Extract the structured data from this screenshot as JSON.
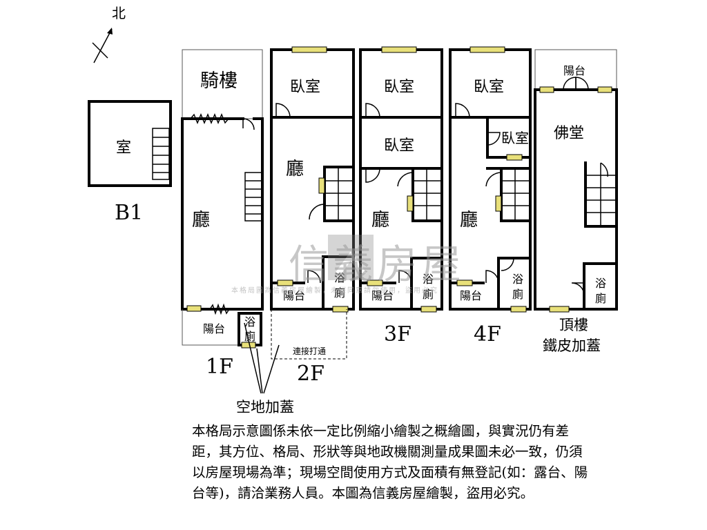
{
  "compass": {
    "north_label": "北"
  },
  "floors": {
    "b1": {
      "label": "B1",
      "room": "室"
    },
    "f1": {
      "label": "1F",
      "arcade": "騎樓",
      "hall": "廳",
      "balcony": "陽台",
      "bath_line1": "浴",
      "bath_line2": "廁"
    },
    "f2": {
      "label": "2F",
      "bedroom": "臥室",
      "hall": "廳",
      "balcony": "陽台",
      "bath_line1": "浴",
      "bath_line2": "廁",
      "connection_note": "連接打通"
    },
    "f3": {
      "label": "3F",
      "bedroom1": "臥室",
      "bedroom2": "臥室",
      "hall": "廳",
      "balcony": "陽台",
      "bath_line1": "浴",
      "bath_line2": "廁"
    },
    "f4": {
      "label": "4F",
      "bedroom1": "臥室",
      "bedroom2": "臥室",
      "hall": "廳",
      "balcony": "陽台",
      "bath_line1": "浴",
      "bath_line2": "廁"
    },
    "roof": {
      "label_line1": "頂樓",
      "label_line2": "鐵皮加蓋",
      "balcony": "陽台",
      "shrine": "佛堂",
      "bath_line1": "浴",
      "bath_line2": "廁"
    }
  },
  "annotation": {
    "vacant_land_extension": "空地加蓋"
  },
  "watermark": {
    "brand": "信義房屋",
    "subtext": "本格局圖為信義房屋繪製，未經同意請勿使用，盜用必究"
  },
  "disclaimer": "本格局示意圖係未依一定比例縮小繪製之概繪圖，與實況仍有差距，其方位、格局、形狀等與地政機關測量成果圖未必一致，仍須以房屋現場為準；現場空間使用方式及面積有無登記(如：露台、陽台等)，請洽業務人員。本圖為信義房屋繪製，盜用必究。"
}
